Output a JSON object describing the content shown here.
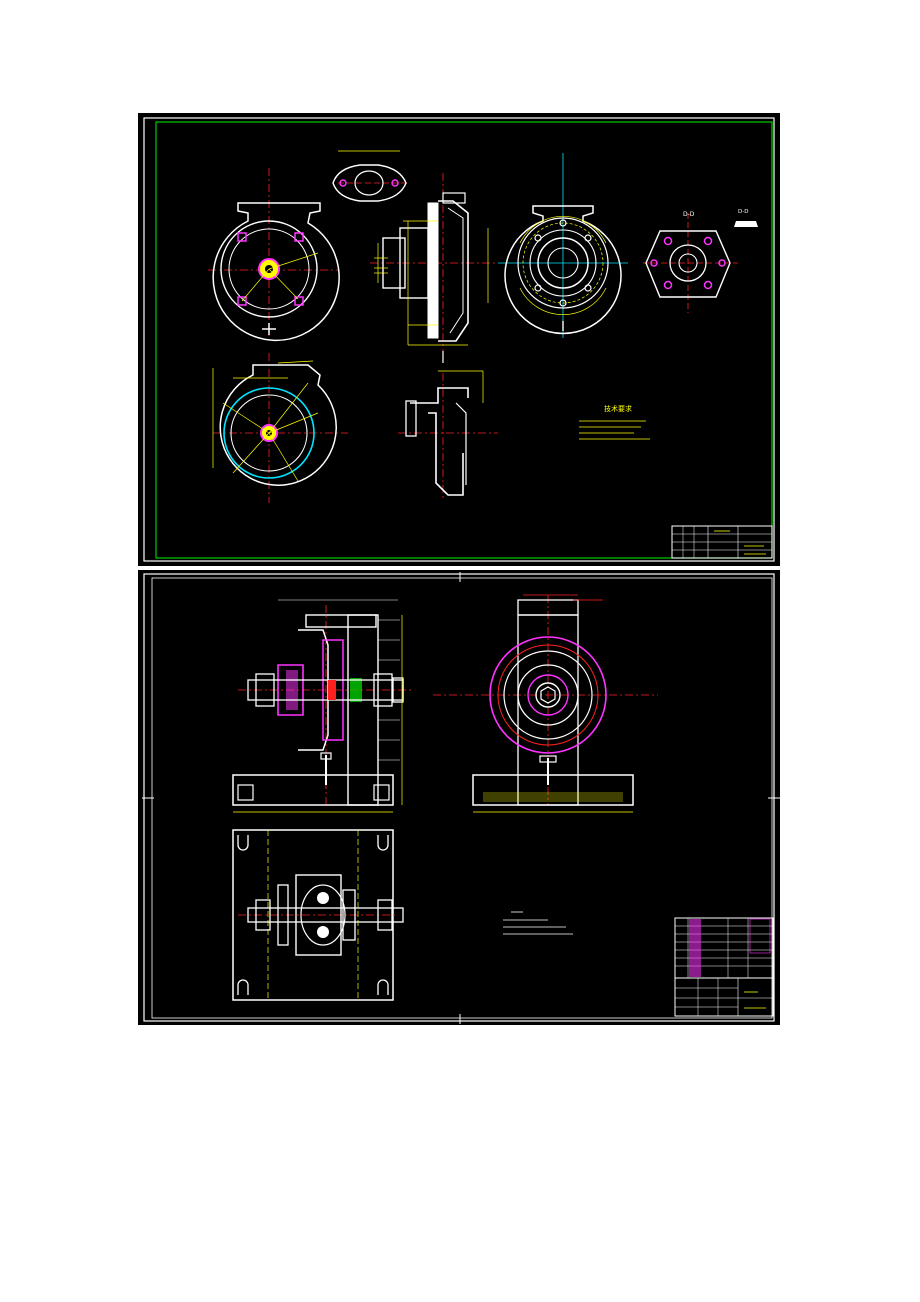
{
  "sheet1": {
    "views": {
      "top_left": "",
      "top_small": "",
      "right_flange": "D-D",
      "flange_view": "D-D"
    },
    "notes_title": "技术要求"
  },
  "sheet2": {},
  "colors": {
    "background": "#000000",
    "paper": "#ffffff",
    "outline": "#ffffff",
    "frame_green": "#00cc00",
    "center_red": "#ff2020",
    "dimension_yellow": "#ffff00",
    "hatch_magenta": "#ff33ff",
    "cyan": "#00e5ff",
    "blue": "#4060ff"
  }
}
